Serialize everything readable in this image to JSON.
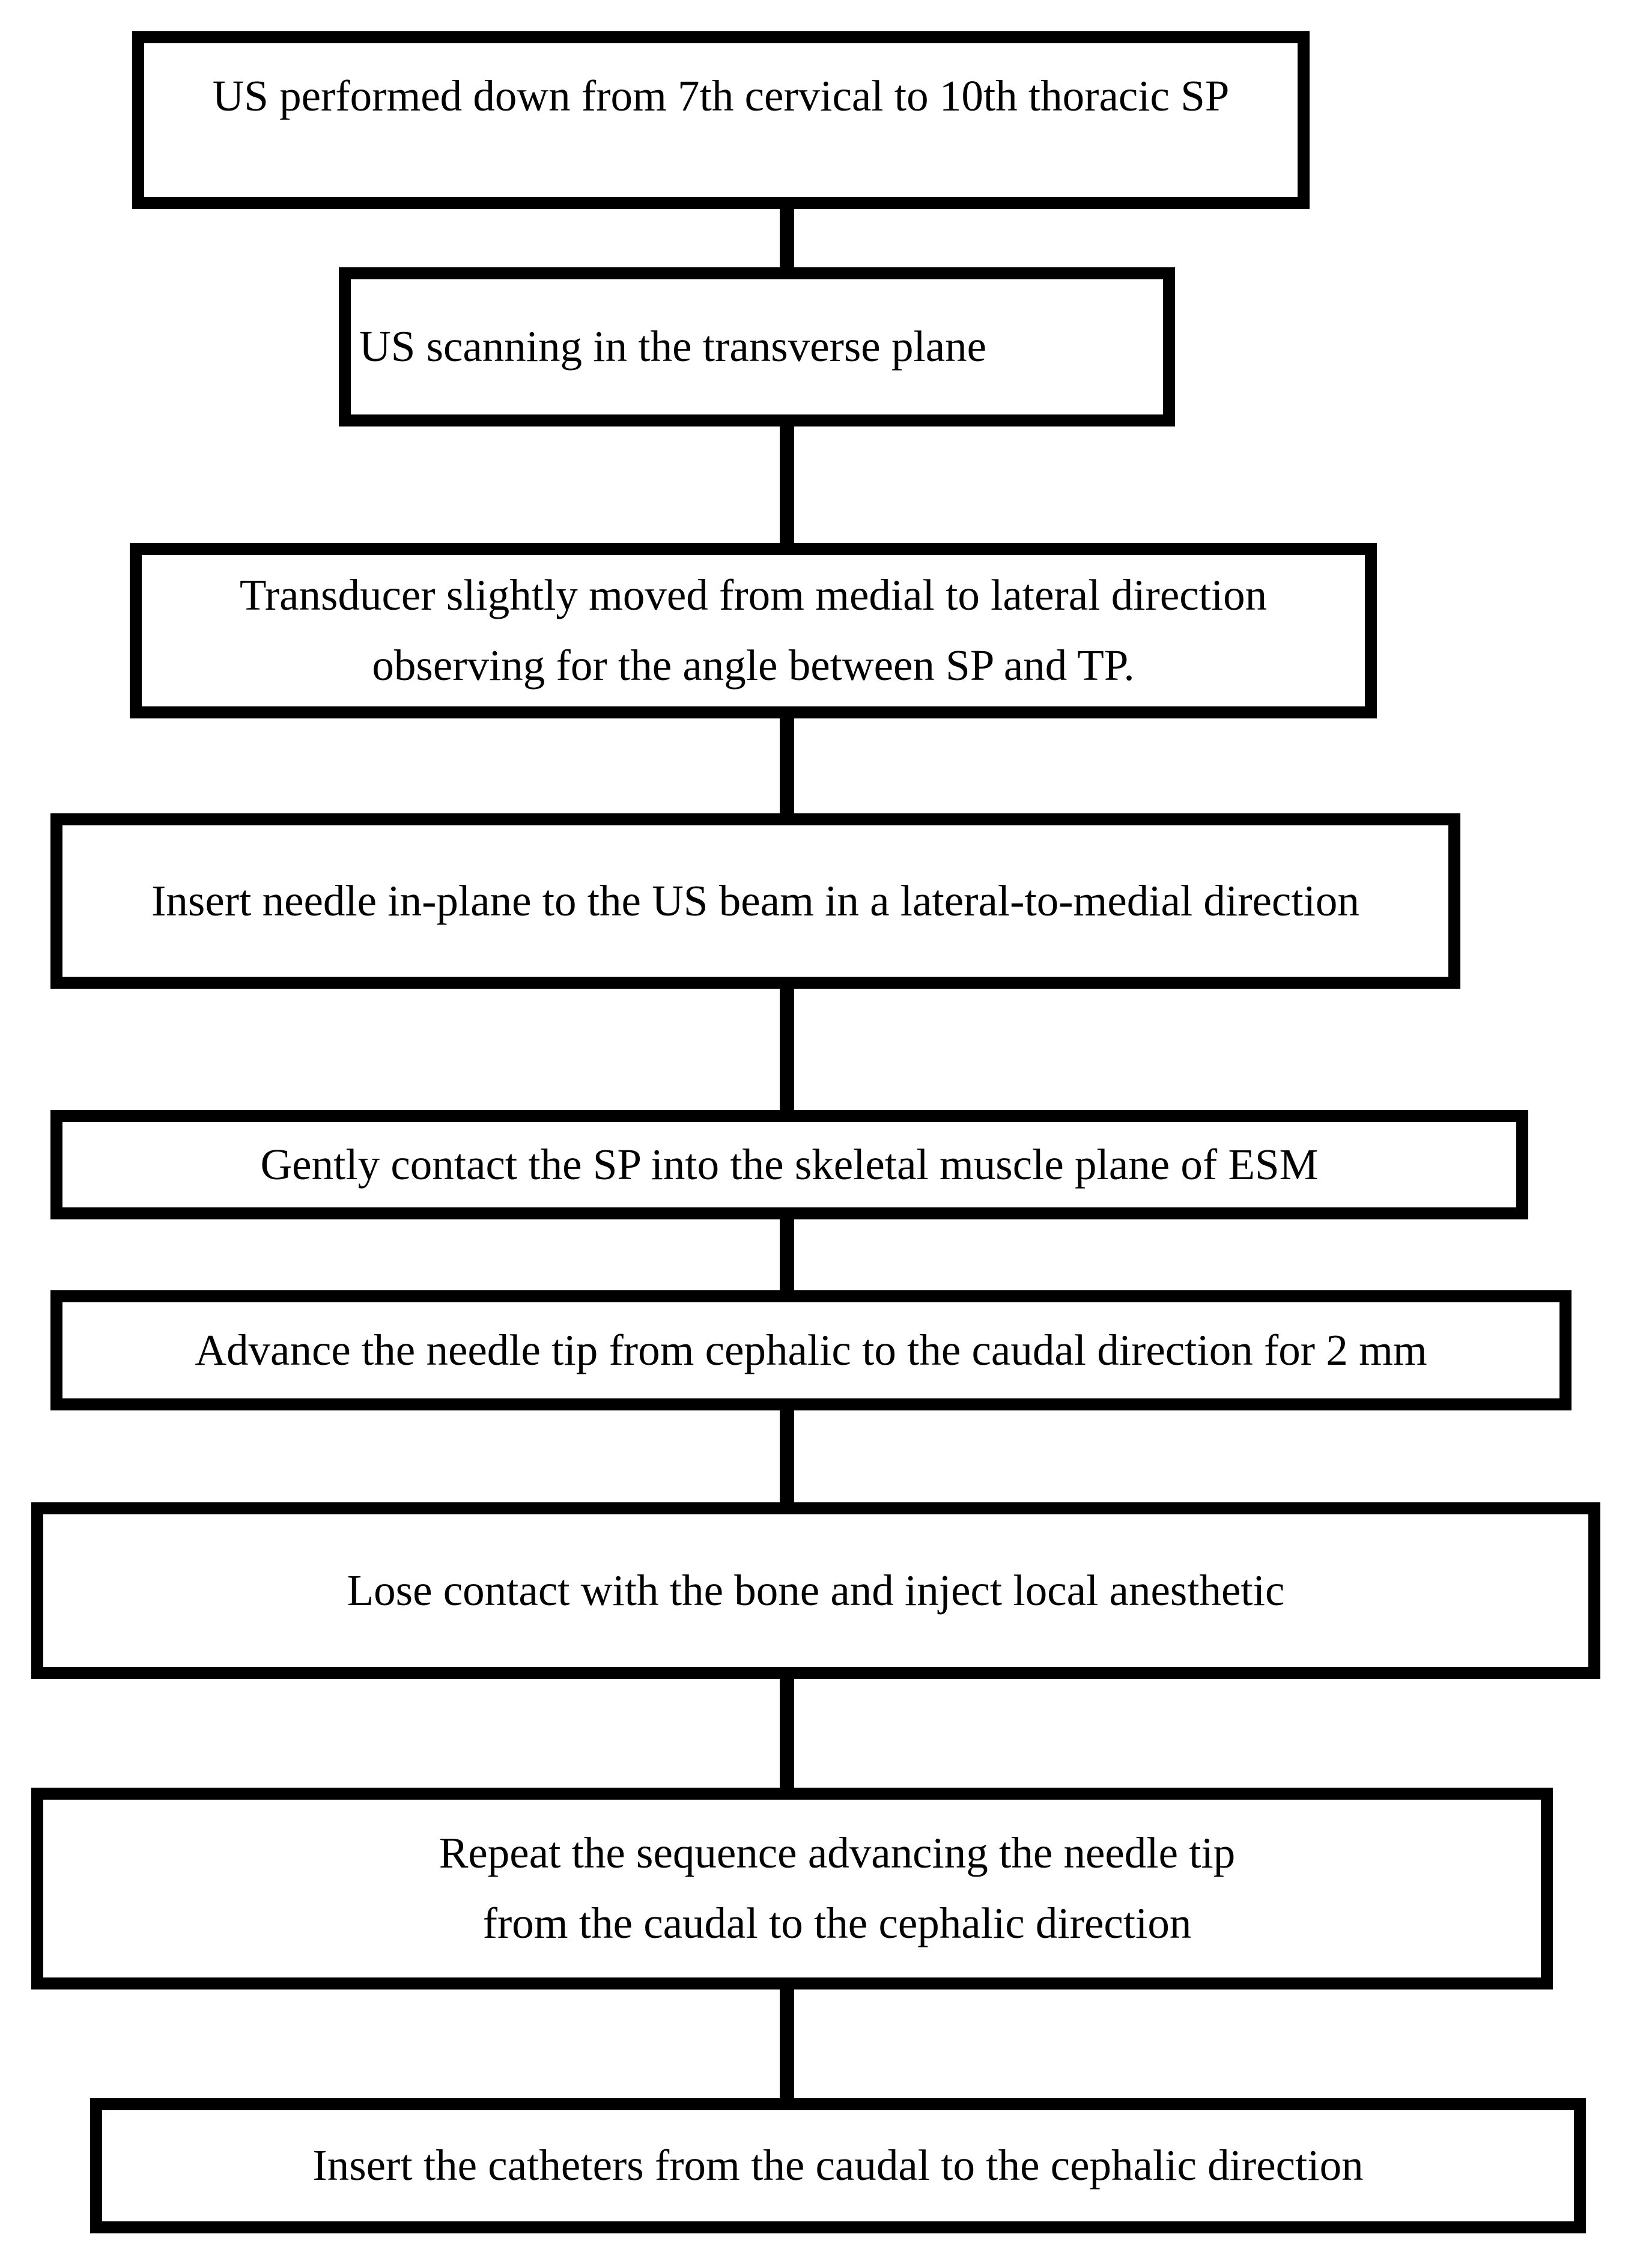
{
  "colors": {
    "background": "#ffffff",
    "box_border": "#000000",
    "box_fill": "#ffffff",
    "text": "#000000",
    "connector": "#000000"
  },
  "flowchart": {
    "type": "flowchart",
    "direction": "top-to-bottom",
    "steps": [
      {
        "id": 1,
        "text": "US performed down from 7th cervical to 10th thoracic SP"
      },
      {
        "id": 2,
        "text": "US scanning in the transverse plane"
      },
      {
        "id": 3,
        "text": "Transducer slightly moved from medial to lateral direction\nobserving for the angle between SP and TP."
      },
      {
        "id": 4,
        "text": "Insert needle in-plane to the US beam in a lateral-to-medial direction"
      },
      {
        "id": 5,
        "text": "Gently contact the SP into the skeletal muscle plane of ESM"
      },
      {
        "id": 6,
        "text": "Advance the needle tip from cephalic to the caudal direction for 2 mm"
      },
      {
        "id": 7,
        "text": "Lose contact with the bone and inject local anesthetic"
      },
      {
        "id": 8,
        "text": "Repeat the sequence advancing the needle tip\nfrom the caudal to the cephalic direction"
      },
      {
        "id": 9,
        "text": "Insert the catheters from the caudal to the cephalic direction"
      }
    ],
    "connections": [
      {
        "from": 1,
        "to": 2
      },
      {
        "from": 2,
        "to": 3
      },
      {
        "from": 3,
        "to": 4
      },
      {
        "from": 4,
        "to": 5
      },
      {
        "from": 5,
        "to": 6
      },
      {
        "from": 6,
        "to": 7
      },
      {
        "from": 7,
        "to": 8
      },
      {
        "from": 8,
        "to": 9
      }
    ]
  }
}
